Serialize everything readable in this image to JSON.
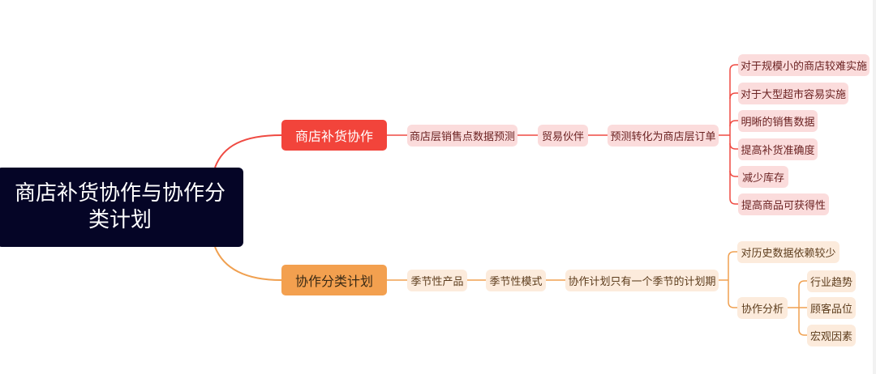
{
  "root": {
    "label": "商店补货协作与协作分类计划"
  },
  "branches": [
    {
      "label": "商店补货协作",
      "color": "#f2443b",
      "chain": [
        "商店层销售点数据预测",
        "贸易伙伴",
        "预测转化为商店层订单"
      ],
      "leaves": [
        "对于规模小的商店较难实施",
        "对于大型超市容易实施",
        "明晰的销售数据",
        "提高补货准确度",
        "减少库存",
        "提高商品可获得性"
      ]
    },
    {
      "label": "协作分类计划",
      "color": "#f3a04f",
      "chain": [
        "季节性产品",
        "季节性模式",
        "协作计划只有一个季节的计划期"
      ],
      "leaves": [
        {
          "label": "对历史数据依赖较少"
        },
        {
          "label": "协作分析",
          "children": [
            "行业趋势",
            "顾客品位",
            "宏观因素"
          ]
        }
      ]
    }
  ],
  "colors": {
    "root_bg": "#050526",
    "red_line": "#ef4a42",
    "orange_line": "#f0a050",
    "red_sub_bg": "#fbdcdc",
    "orange_sub_bg": "#fcebdc"
  }
}
